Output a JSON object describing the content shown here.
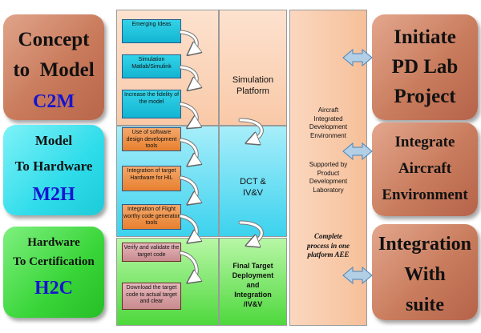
{
  "left_boxes": [
    {
      "lines": [
        "Concept",
        "to  Model"
      ],
      "code": "C2M"
    },
    {
      "lines": [
        "Model",
        "To Hardware"
      ],
      "code": "M2H"
    },
    {
      "lines": [
        "Hardware",
        "To Certification"
      ],
      "code": "H2C"
    }
  ],
  "steps": [
    {
      "text": "Emerging Ideas"
    },
    {
      "text": "Simulation Matlab/Simulink"
    },
    {
      "text": "Increase the fidelity of the model"
    },
    {
      "text": "Use of software design development tools"
    },
    {
      "text": "Integration of target Hardware for HIL"
    },
    {
      "text": "Integration of Flight worthy code generator tools"
    },
    {
      "text": "Verify and validate the target code"
    },
    {
      "text": "Download the target code to actual target and clear"
    }
  ],
  "middle_labels": [
    {
      "lines": [
        "Simulation",
        "Platform"
      ]
    },
    {
      "lines": [
        "DCT &",
        "IV&V"
      ]
    },
    {
      "lines": [
        "Final Target",
        "Deployment",
        "and",
        "Integration",
        "/IV&V"
      ]
    }
  ],
  "tall_panel": {
    "para1": [
      "Aircraft",
      "Integrated",
      "Development",
      "Environment"
    ],
    "para2": [
      "Supported by",
      "Product",
      "Development",
      "Laboratory"
    ],
    "para3": [
      "Complete",
      "process in one",
      "platform AEE"
    ]
  },
  "right_boxes": [
    {
      "lines": [
        "Initiate",
        "PD Lab",
        "Project"
      ]
    },
    {
      "lines": [
        "Integrate",
        "Aircraft",
        "Environment"
      ]
    },
    {
      "lines": [
        "Integration",
        "With",
        "suite"
      ]
    }
  ],
  "colors": {
    "code_text": "#1515d0",
    "arrow_fill": "#b3cfe6",
    "arrow_stroke": "#4a86b8"
  }
}
